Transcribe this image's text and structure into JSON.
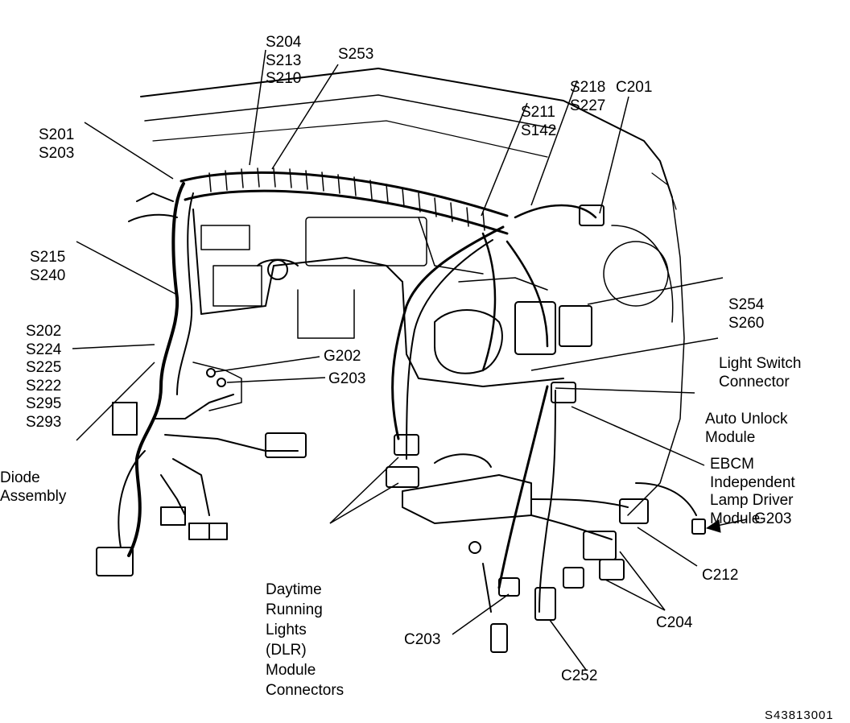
{
  "diagram": {
    "image_code": "S43813001",
    "labels": {
      "s204_group": [
        "S204",
        "S213",
        "S210"
      ],
      "s253": "S253",
      "s218_group": [
        "S218",
        "S227"
      ],
      "s211_group": [
        "S211",
        "S142"
      ],
      "c201": "C201",
      "s201_group": [
        "S201",
        "S203"
      ],
      "s215_group": [
        "S215",
        "S240"
      ],
      "s254_group": [
        "S254",
        "S260"
      ],
      "light_switch": [
        "Light Switch",
        "Connector"
      ],
      "s202_group": [
        "S202",
        "S224",
        "S225",
        "S222",
        "S295",
        "S293"
      ],
      "g202": "G202",
      "g203_upper": "G203",
      "auto_unlock": [
        "Auto Unlock",
        "Module"
      ],
      "diode": [
        "Diode",
        "Assembly"
      ],
      "ebcm": [
        "EBCM",
        "Independent",
        "Lamp Driver",
        "Module"
      ],
      "g203_right": "G203",
      "drl": [
        "Daytime",
        "Running",
        "Lights",
        "(DLR)",
        "Module",
        "Connectors"
      ],
      "c212": "C212",
      "c204": "C204",
      "c203": "C203",
      "c252": "C252"
    }
  },
  "colors": {
    "ink": "#000000",
    "paper": "#ffffff"
  }
}
